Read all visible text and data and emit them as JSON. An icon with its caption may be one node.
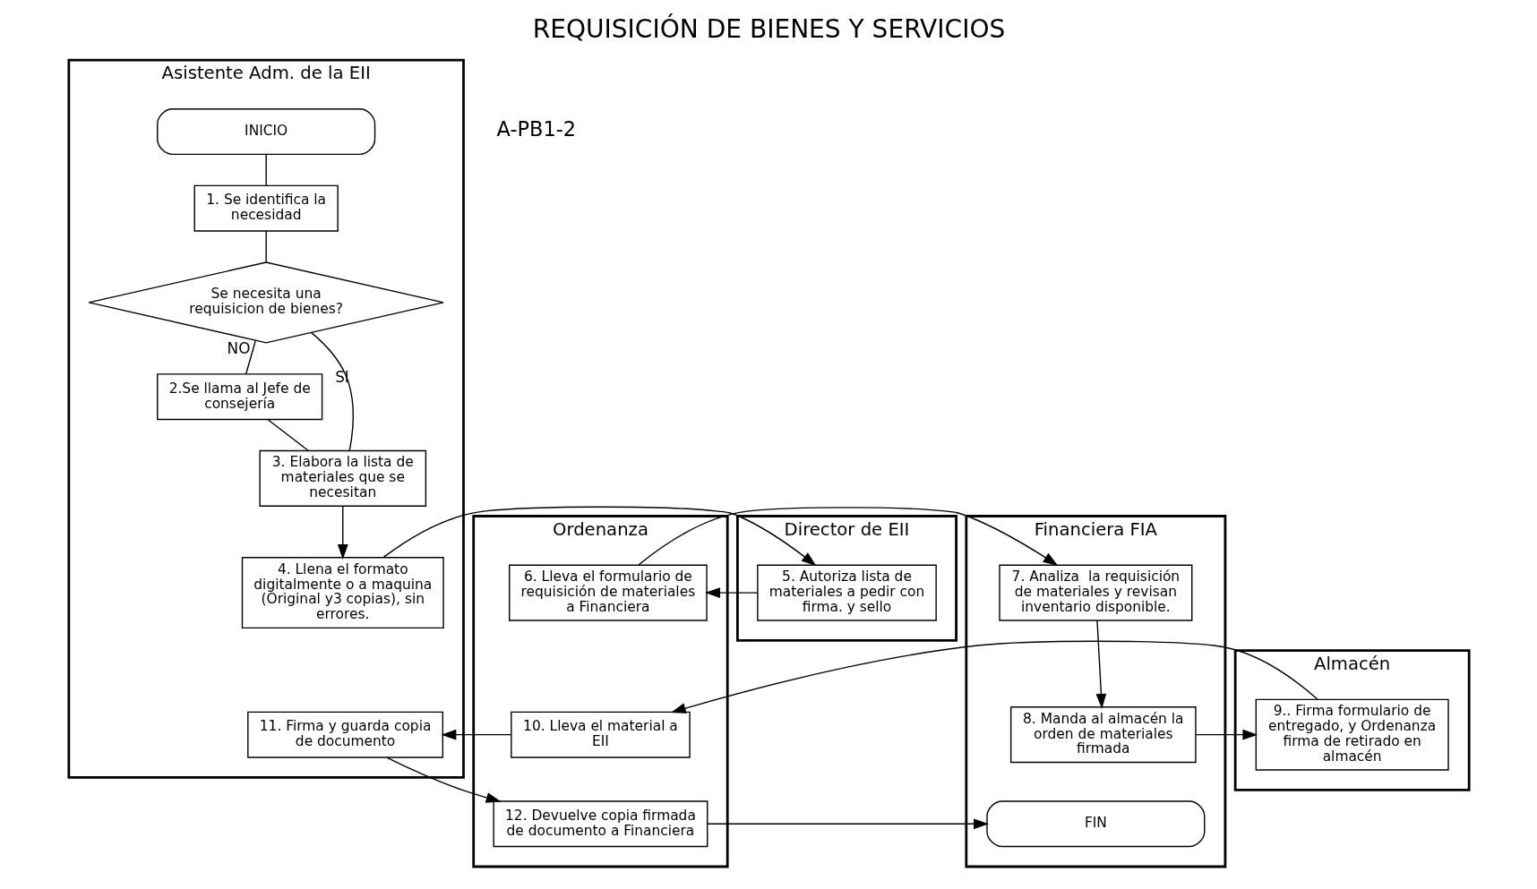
{
  "diagram": {
    "title": "REQUISICIÓN DE BIENES Y SERVICIOS",
    "nodes": [
      {
        "text": [
          "Asistente Adm. de la EII"
        ]
      },
      {
        "text": [
          "Director de EII"
        ]
      },
      {
        "text": [
          "Ordenanza"
        ]
      },
      {
        "text": [
          "Financiera FIA"
        ]
      },
      {
        "text": [
          "Almacén"
        ]
      },
      {
        "text": [
          "INICIO"
        ],
        "in": 0
      },
      {
        "text": [
          "1. Se identifica la necesidad"
        ],
        "in": 0
      },
      {
        "text": [
          "Se necesita una requisicion de bienes?"
        ],
        "in": 0
      },
      {
        "text": [
          "2.Se llama al Jefe de consejería"
        ],
        "in": 0
      },
      {
        "text": [
          "3. Elabora la lista de materiales que se necesitan"
        ],
        "in": 0
      },
      {
        "text": [
          "4. Llena el formato digitalmente o a maquina (Original y3 copias), sin errores."
        ],
        "in": 0
      },
      {
        "text": [
          "11. Firma y guarda copia de documento"
        ],
        "in": 0
      },
      {
        "text": [
          "5. Autoriza lista de materiales a pedir con firma. y sello"
        ],
        "in": 1
      },
      {
        "text": [
          "6. Lleva el formulario de requisición de materiales a Financiera"
        ],
        "in": 2
      },
      {
        "text": [
          "10. Lleva el material a EII"
        ],
        "in": 2
      },
      {
        "text": [
          "12. Devuelve copia firmada de documento a Financiera"
        ],
        "in": 2
      },
      {
        "text": [
          "7. Analiza  la requisición de materiales y revisan inventario disponible."
        ],
        "in": 3
      },
      {
        "text": [
          "8. Manda al almacén la orden de materiales firmada"
        ],
        "in": 3
      },
      {
        "text": [
          "FIN"
        ],
        "in": 3
      },
      {
        "text": [
          "9.. Firma formulario de entregado, y Ordenanza firma de retirado en almacén"
        ],
        "in": 4
      }
    ],
    "edges": [
      {
        "from": 5,
        "to": 6,
        "arrow": "none"
      },
      {
        "from": 6,
        "to": 7,
        "arrow": "none"
      },
      {
        "from": 7,
        "to": 8,
        "arrow": "none",
        "label": "NO"
      },
      {
        "from": 8,
        "to": 9,
        "arrow": "none"
      },
      {
        "from": 7,
        "to": 9,
        "arrow": "none",
        "label": "SI"
      },
      {
        "from": 9,
        "to": 10,
        "arrow": "to"
      },
      {
        "from": 10,
        "to": 12,
        "arrow": "to"
      },
      {
        "from": 12,
        "to": 13,
        "arrow": "to"
      },
      {
        "from": 13,
        "to": 16,
        "arrow": "to"
      },
      {
        "from": 16,
        "to": 17,
        "arrow": "to"
      },
      {
        "from": 17,
        "to": 19,
        "arrow": "to"
      },
      {
        "from": 19,
        "to": 14,
        "arrow": "to"
      },
      {
        "from": 14,
        "to": 11,
        "arrow": "to"
      },
      {
        "from": 11,
        "to": 15,
        "arrow": "to"
      },
      {
        "from": 15,
        "to": 18,
        "arrow": "to"
      }
    ],
    "labels": [
      "A-PB1-2"
    ]
  }
}
